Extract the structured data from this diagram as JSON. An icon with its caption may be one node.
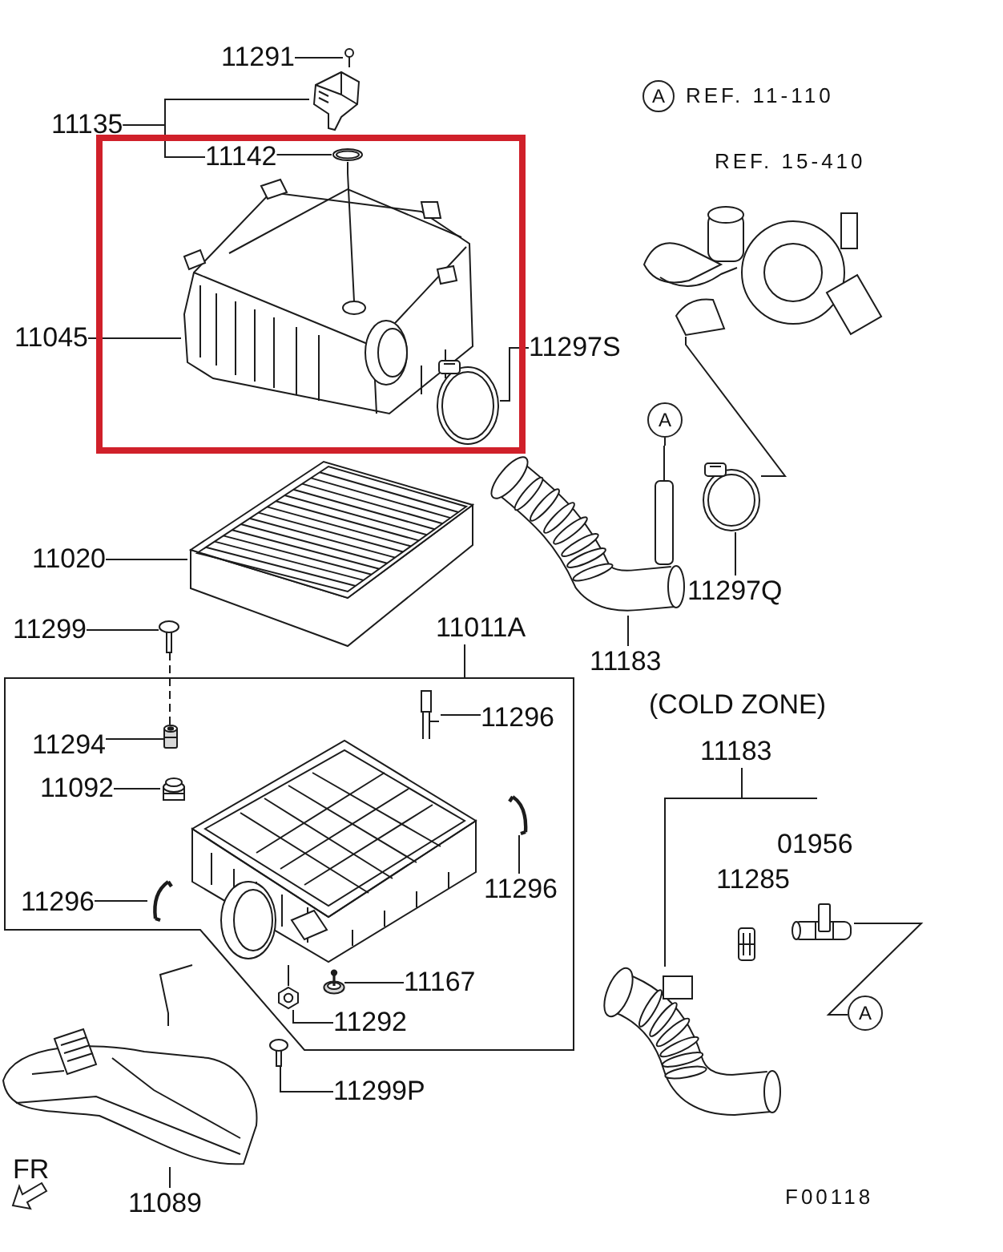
{
  "diagram": {
    "nodes": [
      {
        "text": [
          "11291"
        ]
      },
      {
        "text": [],
        "shape": "picture"
      },
      {
        "text": [
          "11135"
        ]
      },
      {
        "text": [],
        "shape": "picture"
      },
      {
        "text": [
          "11142"
        ]
      },
      {
        "text": [],
        "shape": "picture"
      },
      {
        "text": [
          "A"
        ],
        "beside": [
          "REF. 11-110"
        ]
      },
      {
        "text": [
          "11045"
        ]
      },
      {
        "text": [],
        "shape": "picture"
      },
      {
        "text": [
          "11297S"
        ]
      },
      {
        "text": [],
        "shape": "picture"
      },
      {
        "text": [],
        "shape": "picture",
        "beside": [
          "REF. 15-410"
        ]
      },
      {
        "text": [
          "A"
        ]
      },
      {
        "text": [],
        "shape": "picture"
      },
      {
        "text": [],
        "shape": "picture"
      },
      {
        "text": [
          "11020"
        ]
      },
      {
        "text": [],
        "shape": "picture"
      },
      {
        "text": [
          "11297Q"
        ]
      },
      {
        "text": [
          "11183"
        ]
      },
      {
        "text": [
          "11299"
        ]
      },
      {
        "text": [],
        "shape": "picture"
      },
      {
        "text": [
          "11011A"
        ]
      },
      {
        "text": [],
        "shape": "box"
      },
      {
        "text": [
          "11296"
        ],
        "in": 22
      },
      {
        "text": [],
        "shape": "picture",
        "in": 22
      },
      {
        "text": [
          "11294"
        ],
        "in": 22
      },
      {
        "text": [],
        "shape": "picture",
        "in": 22
      },
      {
        "text": [
          "11092"
        ],
        "in": 22
      },
      {
        "text": [],
        "shape": "picture",
        "in": 22
      },
      {
        "text": [],
        "shape": "picture",
        "in": 22
      },
      {
        "text": [],
        "shape": "picture",
        "in": 22
      },
      {
        "text": [
          "11296"
        ],
        "in": 22
      },
      {
        "text": [],
        "shape": "picture",
        "in": 22
      },
      {
        "text": [
          "11296"
        ],
        "in": 22
      },
      {
        "text": [
          "11183"
        ]
      },
      {
        "text": [],
        "shape": "picture",
        "in": 22
      },
      {
        "text": [
          "11167"
        ],
        "in": 22
      },
      {
        "text": [],
        "shape": "picture",
        "in": 22
      },
      {
        "text": [
          "11292"
        ],
        "in": 22
      },
      {
        "text": [],
        "shape": "picture"
      },
      {
        "text": [
          "11299P"
        ]
      },
      {
        "text": [],
        "shape": "picture"
      },
      {
        "text": [
          "11089"
        ]
      },
      {
        "text": [],
        "shape": "picture"
      },
      {
        "text": [],
        "shape": "picture"
      },
      {
        "text": [],
        "shape": "picture"
      },
      {
        "text": [
          "A"
        ]
      }
    ],
    "edges": [
      {
        "from": 0,
        "to": 1,
        "arrow": "none"
      },
      {
        "from": 2,
        "to": 3,
        "arrow": "none"
      },
      {
        "from": 2,
        "to": 4,
        "arrow": "none"
      },
      {
        "from": 4,
        "to": 5,
        "arrow": "none"
      },
      {
        "from": 5,
        "to": 8,
        "arrow": "none"
      },
      {
        "from": 7,
        "to": 8,
        "arrow": "none"
      },
      {
        "from": 9,
        "to": 10,
        "arrow": "none"
      },
      {
        "from": 11,
        "to": 14,
        "arrow": "none"
      },
      {
        "from": 12,
        "to": 13,
        "arrow": "none"
      },
      {
        "from": 17,
        "to": 14,
        "arrow": "none"
      },
      {
        "from": 18,
        "to": 13,
        "arrow": "none"
      },
      {
        "from": 15,
        "to": 16,
        "arrow": "none"
      },
      {
        "from": 19,
        "to": 20,
        "arrow": "none"
      },
      {
        "from": 20,
        "to": 26,
        "arrow": "none",
        "style": "dashed"
      },
      {
        "from": 21,
        "to": 22,
        "arrow": "none"
      },
      {
        "from": 23,
        "to": 24,
        "arrow": "none"
      },
      {
        "from": 25,
        "to": 26,
        "arrow": "none"
      },
      {
        "from": 27,
        "to": 28,
        "arrow": "none"
      },
      {
        "from": 31,
        "to": 32,
        "arrow": "none"
      },
      {
        "from": 33,
        "to": 30,
        "arrow": "none"
      },
      {
        "from": 34,
        "to": 43,
        "arrow": "none"
      },
      {
        "from": 45,
        "to": 46,
        "arrow": "none"
      },
      {
        "from": 29,
        "to": 41,
        "arrow": "none"
      },
      {
        "from": 29,
        "to": 37,
        "arrow": "none"
      },
      {
        "from": 36,
        "to": 35,
        "arrow": "none"
      },
      {
        "from": 38,
        "to": 37,
        "arrow": "none"
      },
      {
        "from": 40,
        "to": 39,
        "arrow": "none"
      },
      {
        "from": 42,
        "to": 41,
        "arrow": "none"
      }
    ],
    "labels": [
      "(COLD ZONE)",
      "01956",
      "11285",
      "FR",
      "F00118"
    ]
  }
}
